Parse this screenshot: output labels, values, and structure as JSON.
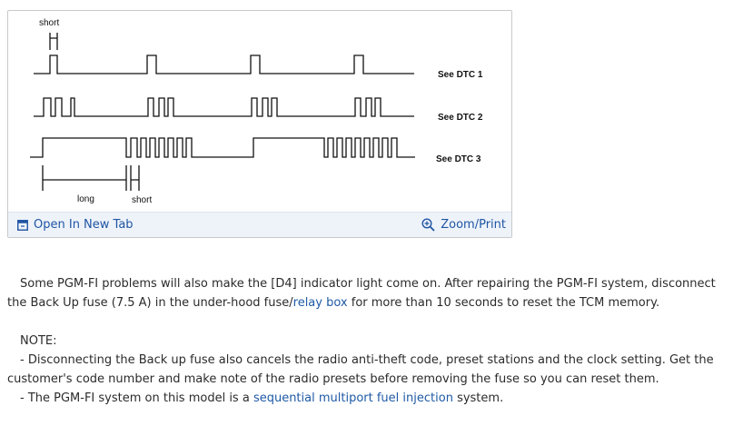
{
  "figure": {
    "label_short_top": "short",
    "label_long": "long",
    "label_short_bottom": "short",
    "dtc_1": "See DTC 1",
    "dtc_2": "See DTC 2",
    "dtc_3": "See DTC 3"
  },
  "toolbar": {
    "open_tab_label": "Open In New Tab",
    "zoom_print_label": "Zoom/Print",
    "accent_color": "#1f55a3",
    "open_tab_icon": "open-in-new-tab-icon",
    "zoom_icon": "zoom-in-icon"
  },
  "paragraph1": {
    "text_a": "Some PGM-FI problems will also make the [D4] indicator light come on. After repairing the PGM-FI system, disconnect",
    "text_b": "the Back Up fuse (7.5 A) in the under-hood fuse/",
    "link": "relay box",
    "text_c": " for more than 10 seconds to reset the TCM memory."
  },
  "note": {
    "heading": "NOTE:",
    "item1_line1": "-  Disconnecting the Back up fuse also cancels the radio anti-theft code, preset stations and the clock setting. Get the",
    "item1_line2": "customer's code number and make note of the radio presets before removing the fuse so you can reset them.",
    "item2_prefix": "-  The PGM-FI system on this model is a ",
    "item2_link": "sequential multiport fuel injection",
    "item2_suffix": " system."
  },
  "colors": {
    "link": "#1f5aa6",
    "text": "#2b2b2b",
    "toolbar_bg": "#eef3fa"
  }
}
